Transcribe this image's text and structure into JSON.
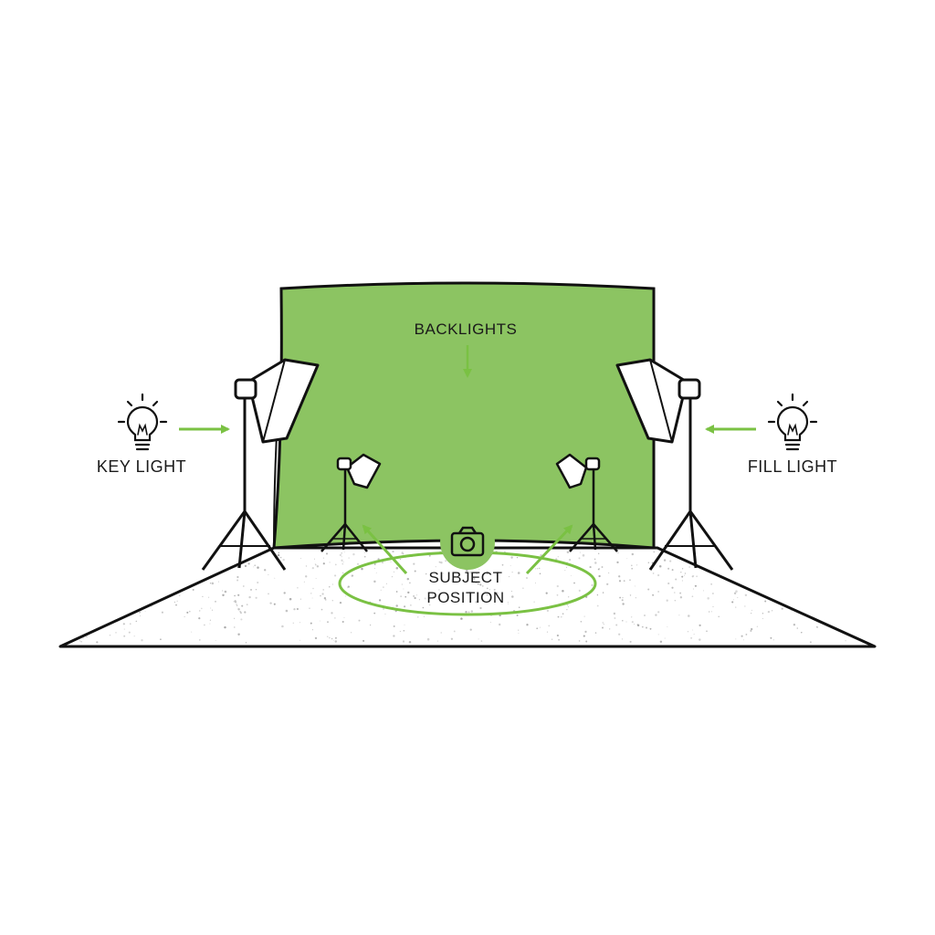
{
  "labels": {
    "backlights": "BACKLIGHTS",
    "key_light": "KEY LIGHT",
    "fill_light": "FILL LIGHT",
    "subject_line1": "SUBJECT",
    "subject_line2": "POSITION"
  },
  "icons": {
    "key": "lightbulb-icon",
    "fill": "lightbulb-icon",
    "subject": "camera-icon"
  },
  "colors": {
    "backdrop": "#8cc462",
    "accent": "#7ac143",
    "line": "#111111",
    "floor_speckle": "#9a9a9a"
  }
}
